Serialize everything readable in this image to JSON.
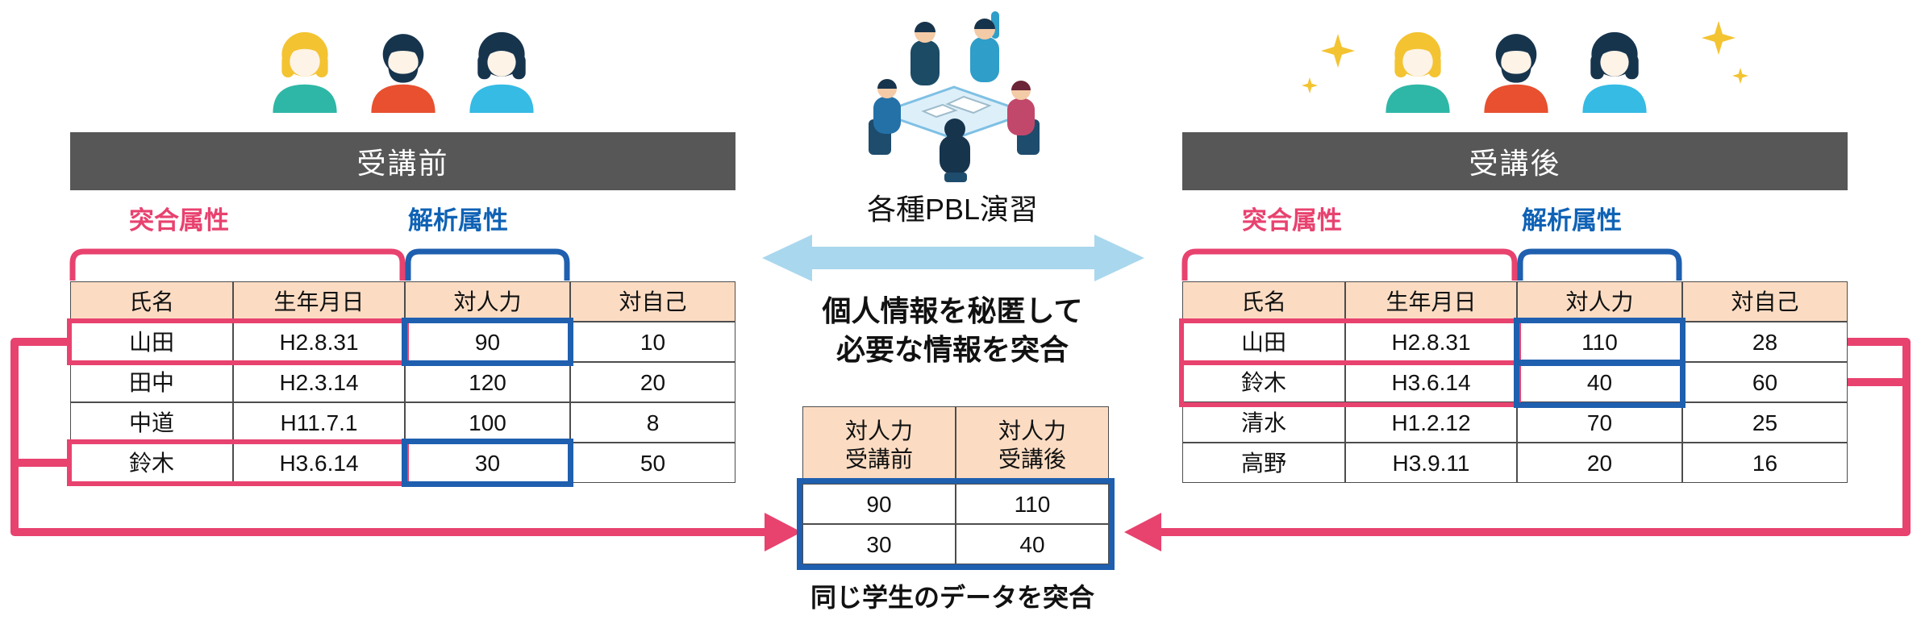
{
  "colors": {
    "accent_pink": "#E8426F",
    "accent_blue": "#1F5FAF",
    "label_blue": "#0F62B5",
    "header_bar_gray": "#575757",
    "header_cell_peach": "#FBDCC3",
    "double_arrow_light_blue": "#A9D7EE",
    "sparkle_yellow": "#F3C331"
  },
  "left_panel": {
    "header": "受講前",
    "match_label": "突合属性",
    "analysis_label": "解析属性",
    "table": {
      "headers": [
        "氏名",
        "生年月日",
        "対人力",
        "対自己"
      ],
      "rows": [
        [
          "山田",
          "H2.8.31",
          "90",
          "10"
        ],
        [
          "田中",
          "H2.3.14",
          "120",
          "20"
        ],
        [
          "中道",
          "H11.7.1",
          "100",
          "8"
        ],
        [
          "鈴木",
          "H3.6.14",
          "30",
          "50"
        ]
      ]
    }
  },
  "right_panel": {
    "header": "受講後",
    "match_label": "突合属性",
    "analysis_label": "解析属性",
    "table": {
      "headers": [
        "氏名",
        "生年月日",
        "対人力",
        "対自己"
      ],
      "rows": [
        [
          "山田",
          "H2.8.31",
          "110",
          "28"
        ],
        [
          "鈴木",
          "H3.6.14",
          "40",
          "60"
        ],
        [
          "清水",
          "H1.2.12",
          "70",
          "25"
        ],
        [
          "高野",
          "H3.9.11",
          "20",
          "16"
        ]
      ]
    }
  },
  "center": {
    "title": "各種PBL演習",
    "description": [
      "個人情報を秘匿して",
      "必要な情報を突合"
    ],
    "table": {
      "headers": [
        [
          "対人力",
          "受講前"
        ],
        [
          "対人力",
          "受講後"
        ]
      ],
      "rows": [
        [
          "90",
          "110"
        ],
        [
          "30",
          "40"
        ]
      ]
    },
    "caption": "同じ学生のデータを突合"
  },
  "icons": {
    "left_avatars": [
      "avatar-blonde-person",
      "avatar-bearded-man",
      "avatar-dark-haired-woman"
    ],
    "right_avatars": [
      "avatar-blonde-person",
      "avatar-bearded-man",
      "avatar-dark-haired-woman"
    ],
    "sparkles": "sparkle-star-icon",
    "illustration": "pbl-group-work-illustration"
  }
}
